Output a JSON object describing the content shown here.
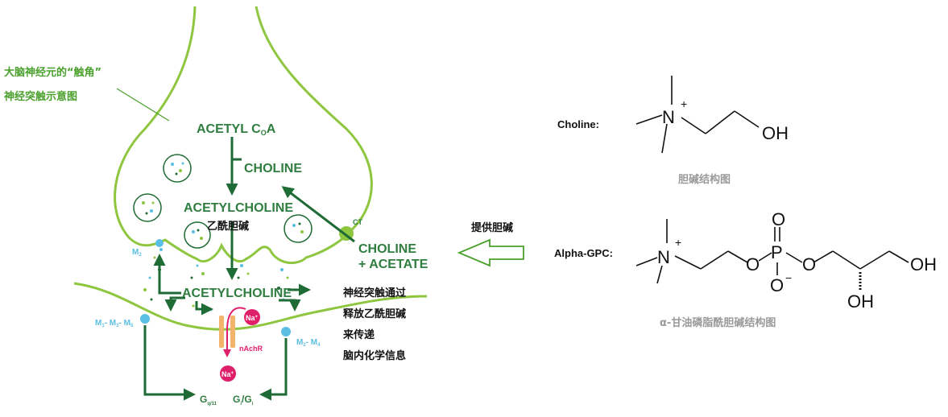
{
  "colors": {
    "membrane": "#8ec63f",
    "arrow": "#1f6b35",
    "label": "#2f7d3f",
    "receptor_label": "#5bbfe3",
    "sodium": "#e01f6b",
    "channel": "#f2b36b",
    "hollow_arrow": "#4aa02c",
    "caption_green": "#4aa02c",
    "caption_grey": "#9a9a9a"
  },
  "synapse": {
    "title_line1": "大脑神经元的“触角”",
    "title_line2": "神经突触示意图",
    "acetyl_coa_main": "ACETYL C",
    "acetyl_coa_sub": "O",
    "acetyl_coa_end": "A",
    "choline_top": "CHOLINE",
    "acetylcholine_top": "ACETYLCHOLINE",
    "acetylcholine_cn": "乙酰胆碱",
    "acetylcholine_mid": "ACETYLCHOLINE",
    "ct": "CT",
    "choline_acetate_line1": "CHOLINE",
    "choline_acetate_line2": "+ ACETATE",
    "m2_main": "M",
    "m2_sub": "2",
    "m1m3m5_a": "M",
    "m1m3m5_a_sub": "1",
    "m1m3m5_b": "- M",
    "m1m3m5_b_sub": "3",
    "m1m3m5_c": "- M",
    "m1m3m5_c_sub": "5",
    "m2m4_a": "M",
    "m2m4_a_sub": "2",
    "m2m4_b": "- M",
    "m2m4_b_sub": "4",
    "na_top": "Na",
    "na_bottom": "Na",
    "na_sup": "+",
    "nachr": "nAchR",
    "gq_main": "G",
    "gq_sub": "q/11",
    "gi_main": "G",
    "gi_sub": "i",
    "gi_slash": "/G",
    "gi_sub2": "i",
    "desc_lines": [
      "神经突触通过",
      "释放乙酰胆碱",
      "来传递",
      "脑内化学信息"
    ]
  },
  "provide_label": "提供胆碱",
  "choline_structure": {
    "label": "Choline:",
    "caption": "胆碱结构图",
    "atom_n": "N",
    "charge": "+",
    "oh": "OH"
  },
  "gpc_structure": {
    "label": "Alpha-GPC:",
    "caption": "α-甘油磷脂酰胆碱结构图",
    "atom_n": "N",
    "charge_plus": "+",
    "atom_o1": "O",
    "atom_p": "P",
    "atom_o_top": "O",
    "atom_o_bottom": "O",
    "charge_minus": "−",
    "atom_o2": "O",
    "oh_right": "OH",
    "oh_bottom": "OH"
  }
}
